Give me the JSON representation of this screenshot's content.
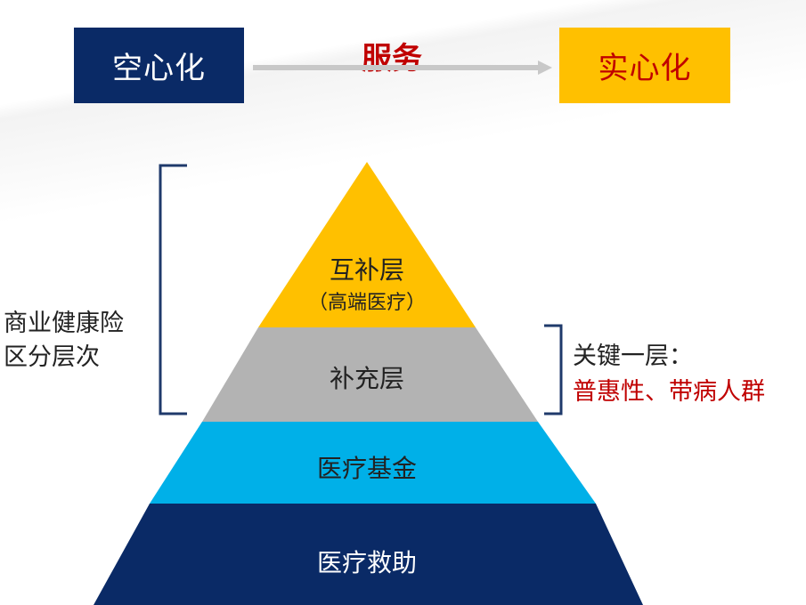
{
  "header": {
    "left_box": "空心化",
    "arrow_label": "服务",
    "right_box": "实心化"
  },
  "pyramid": {
    "top": {
      "label": "互补层",
      "sublabel": "（高端医疗）",
      "color": "#ffc000"
    },
    "second": {
      "label": "补充层",
      "color": "#b3b3b3"
    },
    "third": {
      "label": "医疗基金",
      "color": "#00b0e8"
    },
    "base": {
      "label": "医疗救助",
      "color": "#0a2a66"
    }
  },
  "left_bracket_label": {
    "line1": "商业健康险",
    "line2": "区分层次"
  },
  "right_bracket_label": {
    "line1": "关键一层：",
    "line2": "普惠性、带病人群"
  },
  "colors": {
    "bracket": "#1f3a6b",
    "accent_red": "#c00000",
    "arrow": "#c8c8c8"
  }
}
